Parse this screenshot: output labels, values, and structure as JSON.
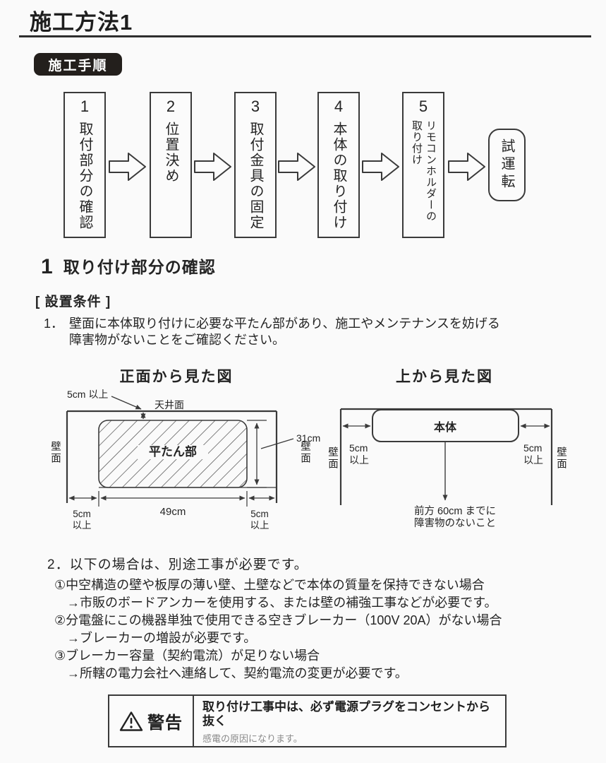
{
  "page": {
    "title": "施工方法1",
    "badge": "施工手順"
  },
  "flow": {
    "steps": [
      {
        "num": "1",
        "label": "取付部分の確認"
      },
      {
        "num": "2",
        "label": "位置決め"
      },
      {
        "num": "3",
        "label": "取付金具の固定"
      },
      {
        "num": "4",
        "label": "本体の取り付け"
      },
      {
        "num": "5",
        "label": "リモコンホルダーの取り付け"
      }
    ],
    "final": "試運転"
  },
  "section1": {
    "num": "1",
    "title": "取り付け部分の確認",
    "conditions": "[ 設置条件 ]",
    "item_no": "1．",
    "item_line1": "壁面に本体取り付けに必要な平たん部があり、施工やメンテナンスを妨げる",
    "item_line2": "障害物がないことをご確認ください。"
  },
  "front_view": {
    "title": "正面から見た図",
    "clearance_top": "5cm 以上",
    "ceiling": "天井面",
    "wall": "壁面",
    "flat_area": "平たん部",
    "height": "31cm",
    "width": "49cm",
    "clearance_l1": "5cm",
    "clearance_l2": "以上"
  },
  "top_view": {
    "title": "上から見た図",
    "body": "本体",
    "wall": "壁面",
    "clearance_l1": "5cm",
    "clearance_l2": "以上",
    "front_note_l1": "前方 60cm までに",
    "front_note_l2": "障害物のないこと"
  },
  "section2": {
    "heading": "2．以下の場合は、別途工事が必要です。",
    "items": [
      {
        "case": "①中空構造の壁や板厚の薄い壁、土壁などで本体の質量を保持できない場合",
        "action": "→市販のボードアンカーを使用する、または壁の補強工事などが必要です。"
      },
      {
        "case": "②分電盤にこの機器単独で使用できる空きブレーカー（100V 20A）がない場合",
        "action": "→ブレーカーの増設が必要です。"
      },
      {
        "case": "③ブレーカー容量（契約電流）が足りない場合",
        "action": "→所轄の電力会社へ連絡して、契約電流の変更が必要です。"
      }
    ]
  },
  "warning": {
    "label": "警告",
    "text_bold": "取り付け工事中は、必ず電源プラグをコンセントから抜く",
    "text_sub": "感電の原因になります。"
  },
  "colors": {
    "text": "#242424",
    "line": "#3a3a3a",
    "badge_bg": "#231f1c",
    "page_bg": "#fafafa",
    "sub_text": "#8a8a8a"
  }
}
